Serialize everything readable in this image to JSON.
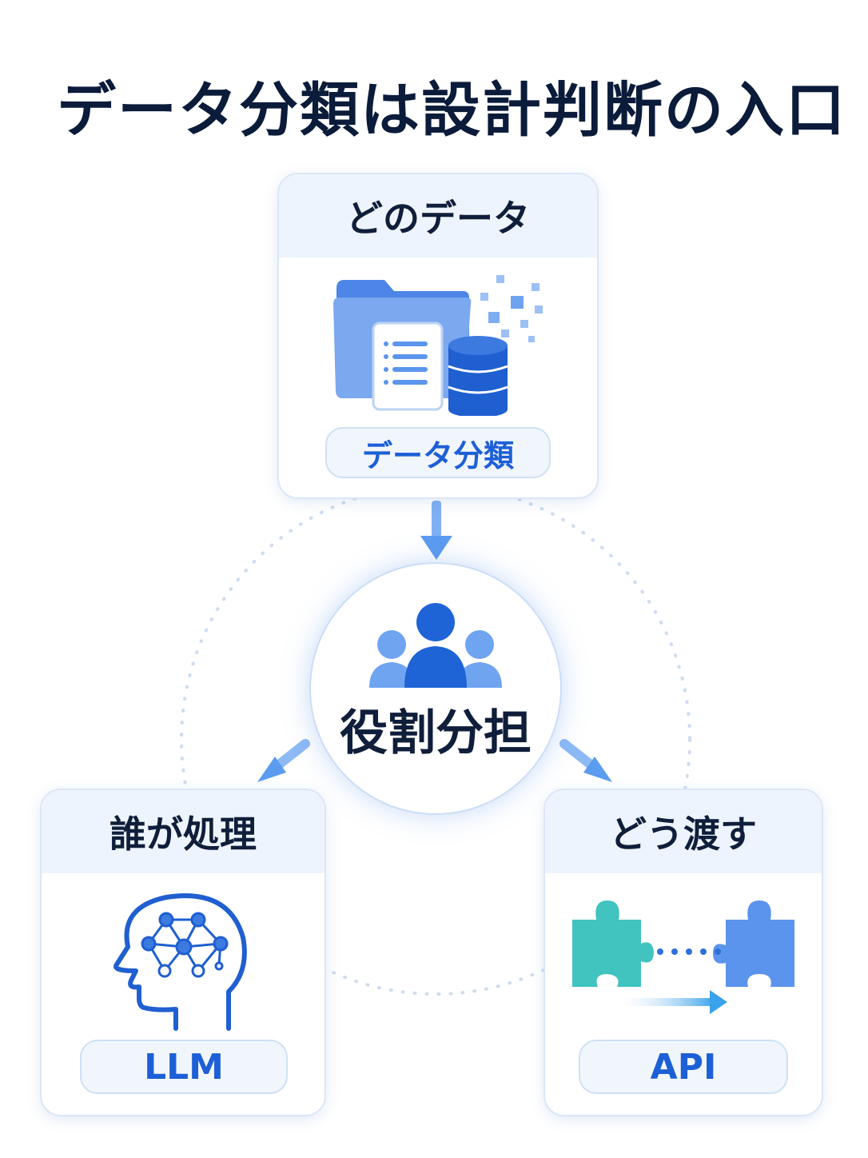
{
  "title": "データ分類は設計判断の入口",
  "top_card": {
    "header": "どのデータ",
    "pill": "データ分類",
    "icon": "folder-document-database-icon"
  },
  "center": {
    "label": "役割分担",
    "icon": "people-group-icon"
  },
  "left_card": {
    "header": "誰が処理",
    "pill": "LLM",
    "icon": "ai-brain-head-icon"
  },
  "right_card": {
    "header": "どう渡す",
    "pill": "API",
    "icon": "puzzle-connect-icon"
  },
  "colors": {
    "accent": "#1d5fd6",
    "light_blue": "#5d9af0",
    "teal": "#3ec3c0",
    "title": "#0b1b3a"
  }
}
